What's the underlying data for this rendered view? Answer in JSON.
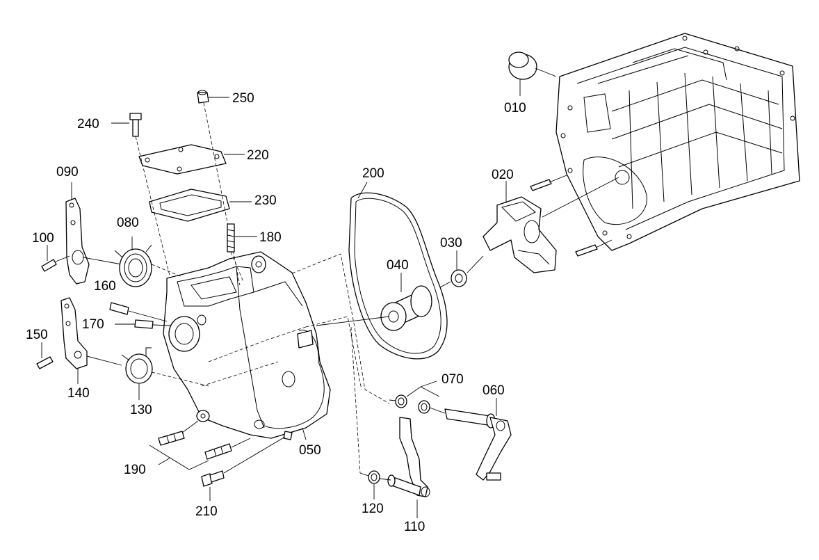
{
  "labels": {
    "p010": "010",
    "p020": "020",
    "p030": "030",
    "p040": "040",
    "p050": "050",
    "p060": "060",
    "p070": "070",
    "p080": "080",
    "p090": "090",
    "p100": "100",
    "p110": "110",
    "p120": "120",
    "p130": "130",
    "p140": "140",
    "p150": "150",
    "p160": "160",
    "p170": "170",
    "p180": "180",
    "p190": "190",
    "p200": "200",
    "p210": "210",
    "p220": "220",
    "p230": "230",
    "p240": "240",
    "p250": "250"
  }
}
